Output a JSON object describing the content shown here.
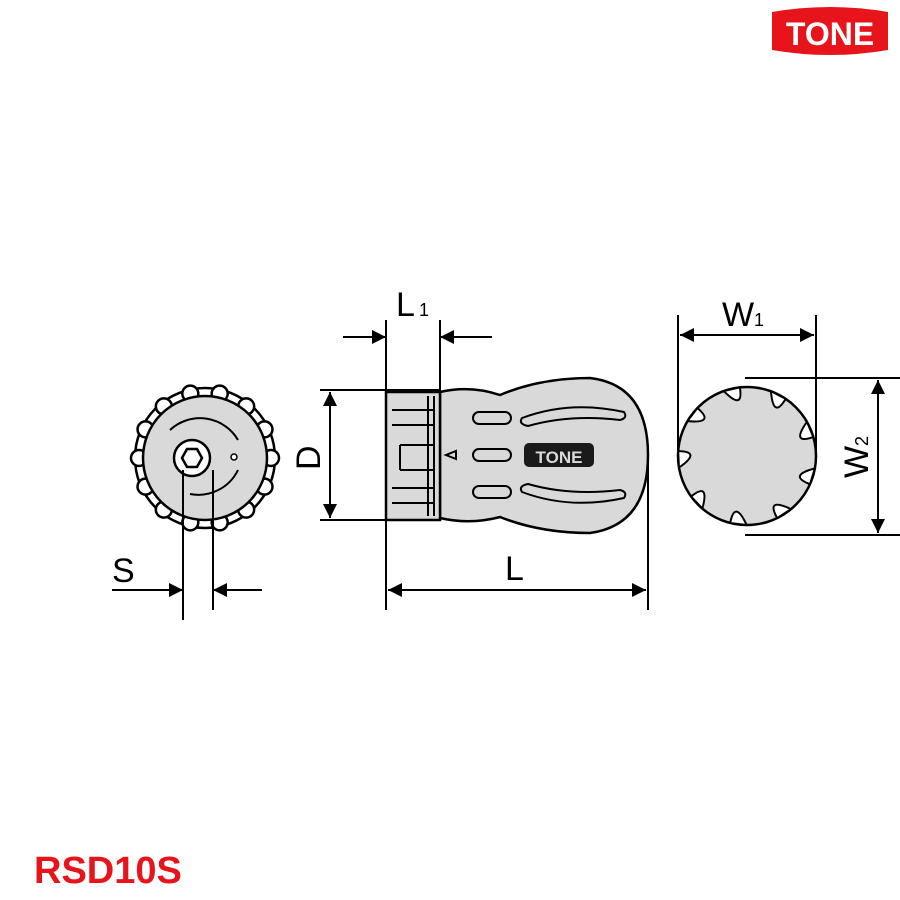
{
  "brand": {
    "logo_text": "TONE",
    "color": "#e8141b"
  },
  "model": "RSD10S",
  "handle_logo": "TONE",
  "dimensions": {
    "S": "S",
    "D": "D",
    "L1": {
      "main": "L",
      "sub": "1"
    },
    "L": "L",
    "W1": {
      "main": "W",
      "sub": "1"
    },
    "W2": {
      "main": "W",
      "sub": "2"
    }
  }
}
